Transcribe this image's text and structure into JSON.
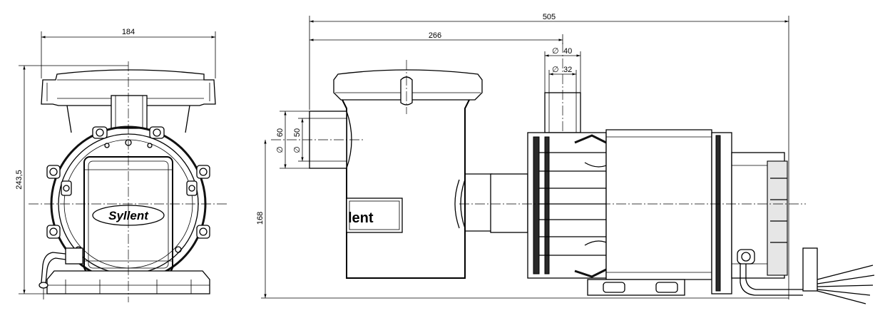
{
  "drawing": {
    "front_view": {
      "width_label": "184",
      "height_label": "243,5",
      "brand": "Syllent"
    },
    "side_view": {
      "overall_length_label": "505",
      "inlet_offset_label": "266",
      "outlet_outer_diameter_label": "40",
      "outlet_inner_diameter_label": "32",
      "inlet_outer_diameter_label": "60",
      "inlet_inner_diameter_label": "50",
      "inlet_height_label": "168",
      "brand_fragment": "lent",
      "diameter_symbol": "∅"
    }
  }
}
